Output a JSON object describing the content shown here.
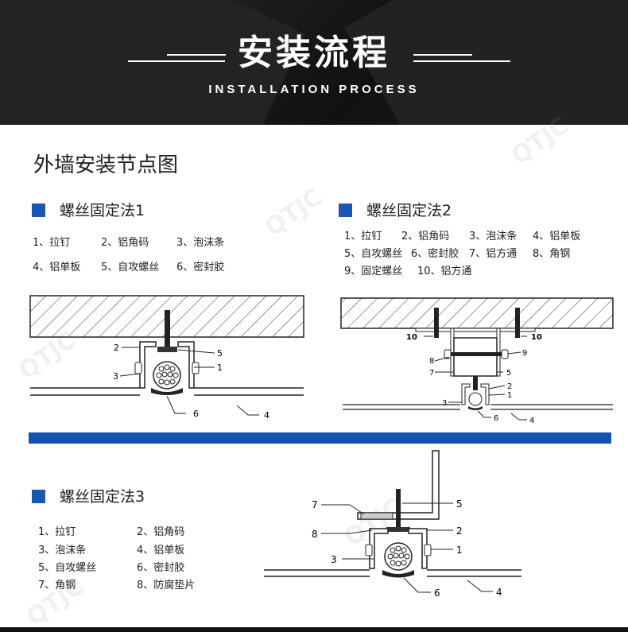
{
  "header": {
    "title": "安装流程",
    "subtitle": "INSTALLATION PROCESS"
  },
  "section_title": "外墙安装节点图",
  "method1": {
    "title": "螺丝固定法1",
    "legend": [
      "1、拉钉",
      "2、铝角码",
      "3、泡沫条",
      "4、铝单板",
      "5、自攻螺丝",
      "6、密封胶"
    ],
    "callouts": [
      "1",
      "2",
      "3",
      "4",
      "5",
      "6"
    ]
  },
  "method2": {
    "title": "螺丝固定法2",
    "legend": [
      "1、拉钉",
      "2、铝角码",
      "3、泡沫条",
      "4、铝单板",
      "5、自攻螺丝",
      "6、密封胶",
      "7、铝方通",
      "8、角钢",
      "9、固定螺丝",
      "10、铝方通"
    ],
    "callouts": [
      "1",
      "2",
      "3",
      "4",
      "5",
      "6",
      "7",
      "8",
      "9",
      "10",
      "10"
    ]
  },
  "method3": {
    "title": "螺丝固定法3",
    "legend": [
      "1、拉钉",
      "2、铝角码",
      "3、泡沫条",
      "4、铝单板",
      "5、自攻螺丝",
      "6、密封胶",
      "7、角钢",
      "8、防腐垫片"
    ],
    "callouts": [
      "1",
      "2",
      "3",
      "4",
      "5",
      "6",
      "7",
      "8"
    ]
  },
  "colors": {
    "accent_blue": "#1650b0",
    "header_bg": "#1a1a1a"
  }
}
